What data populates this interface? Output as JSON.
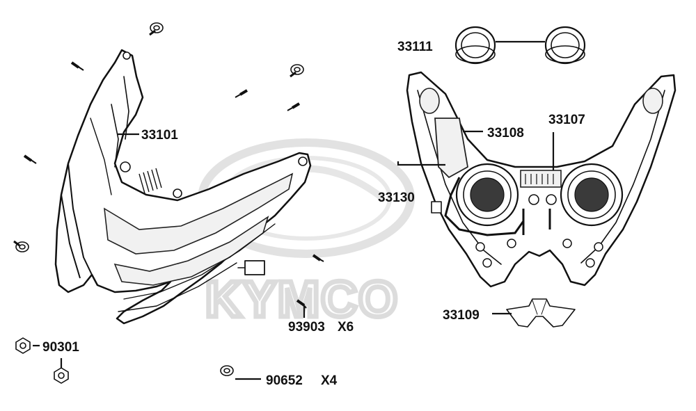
{
  "watermark": {
    "brand": "KYMCO"
  },
  "callouts": {
    "headlight_lens": {
      "part_no": "33101"
    },
    "bulb_cover": {
      "part_no": "33111"
    },
    "light_unit": {
      "part_no": "33108"
    },
    "led_module": {
      "part_no": "33107"
    },
    "harness": {
      "part_no": "33130"
    },
    "reflector_bracket": {
      "part_no": "33109"
    },
    "screw_93903": {
      "part_no": "93903",
      "qty": "X6"
    },
    "nut_90301": {
      "part_no": "90301"
    },
    "bolt_90652": {
      "part_no": "90652",
      "qty": "X4"
    }
  }
}
